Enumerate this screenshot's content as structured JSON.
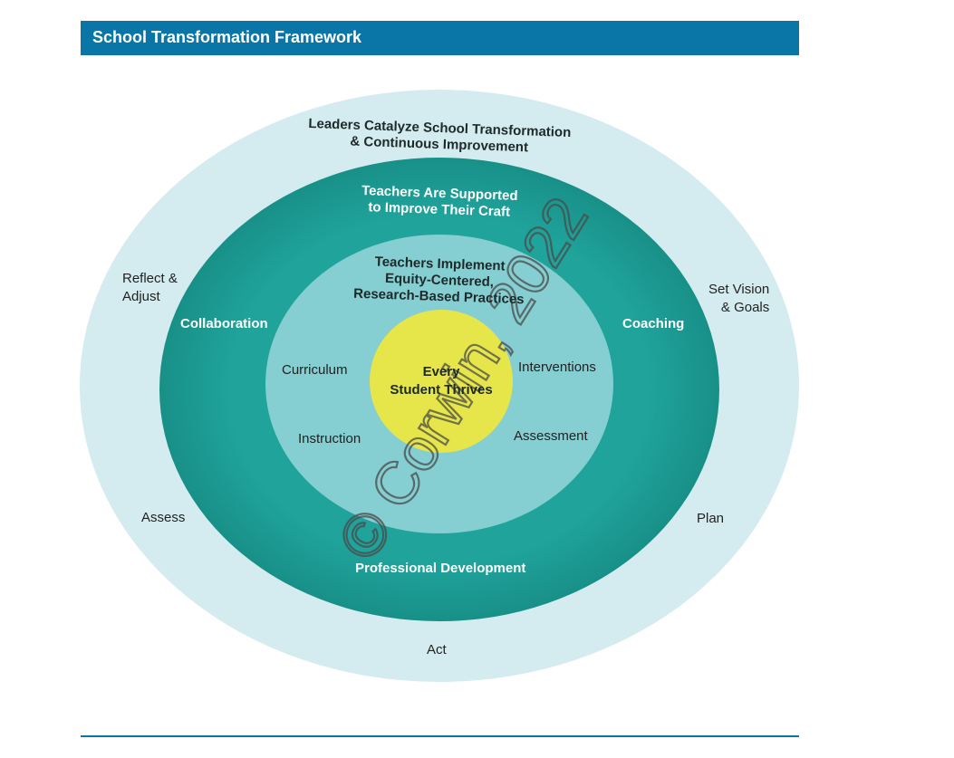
{
  "header": {
    "title": "School Transformation Framework"
  },
  "rings": {
    "outer": {
      "heading_line1": "Leaders Catalyze School Transformation",
      "heading_line2": "& Continuous Improvement",
      "cycle": {
        "reflect_line1": "Reflect &",
        "reflect_line2": "Adjust",
        "set_vision_line1": "Set Vision",
        "set_vision_line2": "& Goals",
        "assess": "Assess",
        "plan": "Plan",
        "act": "Act"
      },
      "color": "#d4ecef"
    },
    "middle": {
      "heading_line1": "Teachers Are Supported",
      "heading_line2": "to Improve Their Craft",
      "supports": {
        "collaboration": "Collaboration",
        "coaching": "Coaching",
        "professional_development": "Professional Development"
      },
      "color": "#1fa39b"
    },
    "inner": {
      "heading_line1": "Teachers Implement",
      "heading_line2": "Equity-Centered,",
      "heading_line3": "Research-Based Practices",
      "practices": {
        "curriculum": "Curriculum",
        "interventions": "Interventions",
        "instruction": "Instruction",
        "assessment": "Assessment"
      },
      "color": "#85ced2"
    },
    "core": {
      "line1": "Every",
      "line2": "Student Thrives",
      "color": "#e6e64a"
    }
  },
  "watermark": "© Corwin, 2022",
  "colors": {
    "title_bar": "#0a76a8",
    "rule": "#0a76a8"
  }
}
